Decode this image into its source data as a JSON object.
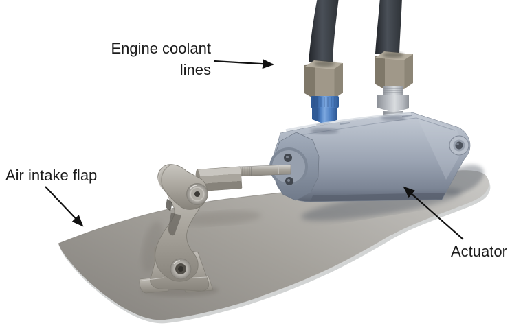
{
  "page": {
    "background": "#ffffff"
  },
  "labels": {
    "engine_coolant": {
      "lines": [
        "Engine coolant",
        "lines"
      ]
    },
    "air_intake": {
      "text": "Air intake flap"
    },
    "actuator": {
      "text": "Actuator"
    }
  },
  "illustration": {
    "colors": {
      "text": "#1b1b1b",
      "arrow": "#111111",
      "hose_edge": "#23262b",
      "hose_mid": "#4a5058",
      "hose_dark": "#2e3237",
      "tan": "#a09889",
      "tan_dark": "#7f7869",
      "tan_light": "#b5ae9f",
      "tan_shade": "#8d8677",
      "blue": "#4d7fc2",
      "blue_dark": "#2f5a96",
      "blue_light": "#7ea9e0",
      "silver": "#b7bbc1",
      "silver_dark": "#8d9198",
      "silver_light": "#d9dcdf",
      "act_top": "#c6ccd6",
      "act_light": "#b4bcc8",
      "act_mid": "#9aa3b2",
      "act_low": "#7c8595",
      "act_deep": "#5a6270",
      "face_light": "#a3adbc",
      "face_dark": "#707a8a",
      "steel_light": "#c9c6c0",
      "steel_mid": "#a9a59d",
      "steel_dark": "#87837b",
      "washer_light": "#d4d2ce",
      "washer_mid": "#b3b0aa",
      "washer_dark": "#8a8781",
      "rod_light": "#d9d8d5",
      "flap_dark": "#8b8883",
      "flap_mid": "#a4a19b",
      "flap_light2": "#bab8b4",
      "flap_light": "#c9c8c5",
      "flap_edge": "#d2d4d4",
      "shadow": "#4e5560"
    }
  }
}
